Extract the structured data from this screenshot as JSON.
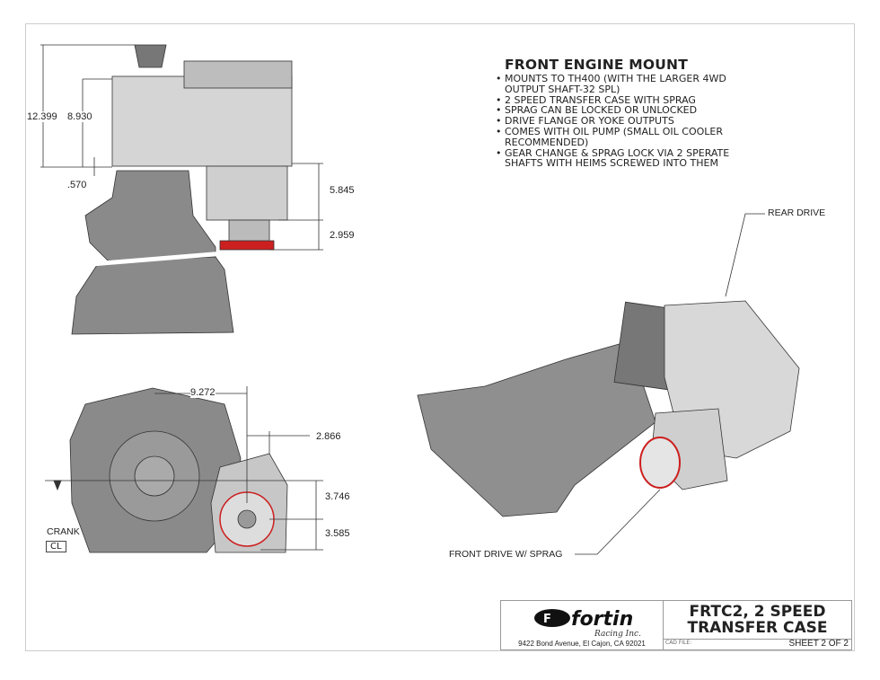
{
  "notes": {
    "title": "FRONT ENGINE MOUNT",
    "items": [
      "MOUNTS TO TH400 (WITH THE LARGER 4WD OUTPUT SHAFT-32 SPL)",
      "2 SPEED TRANSFER CASE WITH SPRAG",
      "SPRAG CAN BE LOCKED OR UNLOCKED",
      "DRIVE FLANGE OR YOKE OUTPUTS",
      "COMES WITH OIL PUMP (SMALL OIL COOLER RECOMMENDED)",
      "GEAR CHANGE & SPRAG LOCK VIA 2 SPERATE SHAFTS WITH HEIMS SCREWED INTO THEM"
    ]
  },
  "dimensions": {
    "d1": "12.399",
    "d2": "8.930",
    "d3": ".570",
    "d4": "5.845",
    "d5": "2.959",
    "d6": "9.272",
    "d7": "2.866",
    "d8": "3.746",
    "d9": "3.585"
  },
  "labels": {
    "crank": "CRANK",
    "cl": "CL",
    "rear_drive": "REAR DRIVE",
    "front_drive": "FRONT DRIVE W/ SPRAG"
  },
  "title_block": {
    "logo_text": "fortin",
    "logo_sub": "Racing Inc.",
    "address": "9422 Bond Avenue, El Cajon, CA 92021",
    "title_line1": "FRTC2, 2 SPEED",
    "title_line2": "TRANSFER CASE",
    "cad_file_label": "CAD FILE:",
    "sheet": "SHEET 2 OF 2"
  },
  "colors": {
    "part": "#8a8a8a",
    "part_light": "#c9c9c9",
    "accent": "#cc1f1f"
  }
}
